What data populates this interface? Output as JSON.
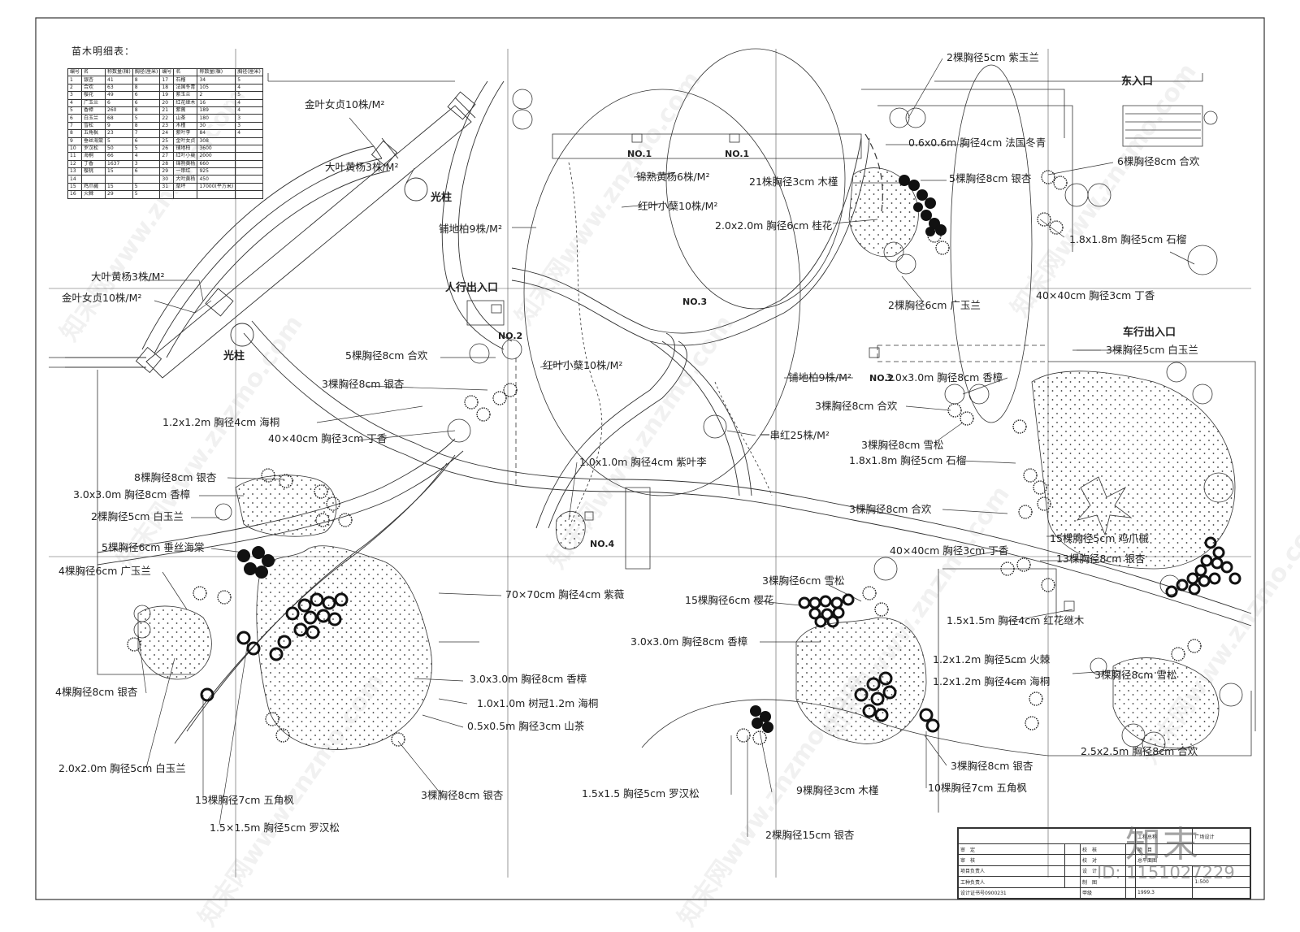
{
  "seedling_table": {
    "title": "苗木明细表：",
    "header": [
      "编号",
      "名",
      "称数量(棵)",
      "胸径(厘米)",
      "编号",
      "名",
      "称数量(棵)",
      "胸径(厘米)"
    ],
    "rows": [
      [
        "1",
        "银杏",
        "41",
        "8",
        "17",
        "石榴",
        "34",
        "5"
      ],
      [
        "2",
        "合欢",
        "63",
        "8",
        "18",
        "法国冬青",
        "105",
        "4"
      ],
      [
        "3",
        "樱花",
        "49",
        "6",
        "19",
        "紫玉兰",
        "2",
        "5"
      ],
      [
        "4",
        "广玉兰",
        "6",
        "6",
        "20",
        "红花继木",
        "16",
        "4"
      ],
      [
        "5",
        "香樟",
        "260",
        "8",
        "21",
        "紫薇",
        "189",
        "4"
      ],
      [
        "6",
        "白玉兰",
        "68",
        "5",
        "22",
        "山茶",
        "180",
        "3"
      ],
      [
        "7",
        "雪松",
        "9",
        "8",
        "23",
        "木槿",
        "30",
        "3"
      ],
      [
        "8",
        "五角枫",
        "23",
        "7",
        "24",
        "紫叶李",
        "84",
        "4"
      ],
      [
        "9",
        "垂丝海棠",
        "5",
        "6",
        "25",
        "金叶女贞",
        "308",
        ""
      ],
      [
        "10",
        "罗汉松",
        "50",
        "5",
        "26",
        "铺地柏",
        "3600",
        ""
      ],
      [
        "11",
        "海桐",
        "66",
        "4",
        "27",
        "红叶小蘖",
        "2000",
        ""
      ],
      [
        "12",
        "丁香",
        "1637",
        "3",
        "28",
        "锦熟黄杨",
        "660",
        ""
      ],
      [
        "13",
        "樱桃",
        "15",
        "6",
        "29",
        "一串红",
        "925",
        ""
      ],
      [
        "14",
        "",
        "",
        "",
        "30",
        "大叶黄杨",
        "450",
        ""
      ],
      [
        "15",
        "鸡爪槭",
        "15",
        "5",
        "31",
        "草坪",
        "17000(平方米)",
        ""
      ],
      [
        "16",
        "火棘",
        "29",
        "5",
        "",
        "",
        "",
        ""
      ]
    ]
  },
  "labels": {
    "east_entrance": "东入口",
    "vehicle_entrance": "车行出入口",
    "pedestrian_entrance": "人行出入口",
    "light_pillar_1": "光柱",
    "light_pillar_2": "光柱",
    "no1_a": "NO.1",
    "no1_b": "NO.1",
    "no2_a": "NO.2",
    "no2_b": "NO.2",
    "no3": "NO.3",
    "no4": "NO.4"
  },
  "annotations": [
    {
      "id": "a01",
      "text": "2棵胸径5cm 紫玉兰"
    },
    {
      "id": "a02",
      "text": "0.6x0.6m 胸径4cm 法国冬青"
    },
    {
      "id": "a03",
      "text": "21株胸径3cm 木槿"
    },
    {
      "id": "a04",
      "text": "5棵胸径8cm 银杏"
    },
    {
      "id": "a05",
      "text": "6棵胸径8cm 合欢"
    },
    {
      "id": "a06",
      "text": "2.0x2.0m 胸径6cm 桂花"
    },
    {
      "id": "a07",
      "text": "1.8x1.8m 胸径5cm 石榴"
    },
    {
      "id": "a08",
      "text": "2棵胸径6cm 广玉兰"
    },
    {
      "id": "a09",
      "text": "40×40cm 胸径3cm 丁香"
    },
    {
      "id": "a10",
      "text": "3棵胸径5cm 白玉兰"
    },
    {
      "id": "a11",
      "text": "3.0x3.0m 胸径8cm 香樟"
    },
    {
      "id": "a12",
      "text": "3棵胸径8cm 合欢"
    },
    {
      "id": "a13",
      "text": "3棵胸径8cm 雪松"
    },
    {
      "id": "a14",
      "text": "1.8x1.8m 胸径5cm 石榴"
    },
    {
      "id": "a15",
      "text": "3棵胸径8cm 合欢"
    },
    {
      "id": "a16",
      "text": "15棵胸径5cm 鸡爪槭"
    },
    {
      "id": "a17",
      "text": "13棵胸径8cm 银杏"
    },
    {
      "id": "a18",
      "text": "40×40cm 胸径3cm 丁香"
    },
    {
      "id": "a19",
      "text": "3棵胸径6cm 雪松"
    },
    {
      "id": "a20",
      "text": "15棵胸径6cm 樱花"
    },
    {
      "id": "a21",
      "text": "1.5x1.5m 胸径4cm 红花继木"
    },
    {
      "id": "a22",
      "text": "3.0x3.0m 胸径8cm 香樟"
    },
    {
      "id": "a23",
      "text": "1.2x1.2m 胸径5cm 火棘"
    },
    {
      "id": "a24",
      "text": "1.2x1.2m 胸径4cm 海桐"
    },
    {
      "id": "a25",
      "text": "3棵胸径8cm 雪松"
    },
    {
      "id": "a26",
      "text": "2.5x2.5m 胸径8cm 合欢"
    },
    {
      "id": "a27",
      "text": "3棵胸径8cm 银杏"
    },
    {
      "id": "a28",
      "text": "10棵胸径7cm 五角枫"
    },
    {
      "id": "a29",
      "text": "9棵胸径3cm 木槿"
    },
    {
      "id": "a30",
      "text": "2棵胸径15cm 银杏"
    },
    {
      "id": "a31",
      "text": "1.5x1.5 胸径5cm 罗汉松"
    },
    {
      "id": "a32",
      "text": "3棵胸径8cm 银杏"
    },
    {
      "id": "a33",
      "text": "0.5x0.5m 胸径3cm 山茶"
    },
    {
      "id": "a34",
      "text": "1.0x1.0m 树冠1.2m 海桐"
    },
    {
      "id": "a35",
      "text": "3.0x3.0m 胸径8cm 香樟"
    },
    {
      "id": "a36",
      "text": "70×70cm 胸径4cm 紫薇"
    },
    {
      "id": "a37",
      "text": "1.0x1.0m 胸径4cm 紫叶李"
    },
    {
      "id": "a38",
      "text": "一串红25株/M²"
    },
    {
      "id": "a39",
      "text": "铺地柏9株/M²"
    },
    {
      "id": "a40",
      "text": "红叶小蘖10株/M²"
    },
    {
      "id": "a41",
      "text": "红叶小蘖10株/M²"
    },
    {
      "id": "a42",
      "text": "锦熟黄杨6株/M²"
    },
    {
      "id": "a43",
      "text": "铺地柏9株/M²"
    },
    {
      "id": "a44",
      "text": "金叶女贞10株/M²"
    },
    {
      "id": "a45",
      "text": "大叶黄杨3株/M²"
    },
    {
      "id": "a46",
      "text": "大叶黄杨3株/M²"
    },
    {
      "id": "a47",
      "text": "金叶女贞10株/M²"
    },
    {
      "id": "a48",
      "text": "5棵胸径8cm 合欢"
    },
    {
      "id": "a49",
      "text": "3棵胸径8cm 银杏"
    },
    {
      "id": "a50",
      "text": "1.2x1.2m 胸径4cm 海桐"
    },
    {
      "id": "a51",
      "text": "40×40cm 胸径3cm 丁香"
    },
    {
      "id": "a52",
      "text": "8棵胸径8cm 银杏"
    },
    {
      "id": "a53",
      "text": "3.0x3.0m 胸径8cm 香樟"
    },
    {
      "id": "a54",
      "text": "2棵胸径5cm 白玉兰"
    },
    {
      "id": "a55",
      "text": "5棵胸径6cm 垂丝海棠"
    },
    {
      "id": "a56",
      "text": "4棵胸径6cm 广玉兰"
    },
    {
      "id": "a57",
      "text": "4棵胸径8cm 银杏"
    },
    {
      "id": "a58",
      "text": "2.0x2.0m 胸径5cm 白玉兰"
    },
    {
      "id": "a59",
      "text": "13棵胸径7cm 五角枫"
    },
    {
      "id": "a60",
      "text": "1.5×1.5m 胸径5cm 罗汉松"
    }
  ],
  "title_block": {
    "project_name": "工程总称",
    "design": "广场设计",
    "drawing": "总平面图",
    "review": "审　定",
    "check": "审　核",
    "project_lead": "项目负责人",
    "discipline_lead": "工种负责人",
    "cert": "设计证书号0900231",
    "verify": "校　核",
    "proof": "校　对",
    "designer": "设　计",
    "drafter": "制　图",
    "phase": "甲级",
    "date": "1999.3",
    "scale": "1:500",
    "item": "项　目"
  },
  "watermark": {
    "text": "知末网www.znzmo.com",
    "brand": "知末",
    "id": "ID: 1151027229"
  }
}
